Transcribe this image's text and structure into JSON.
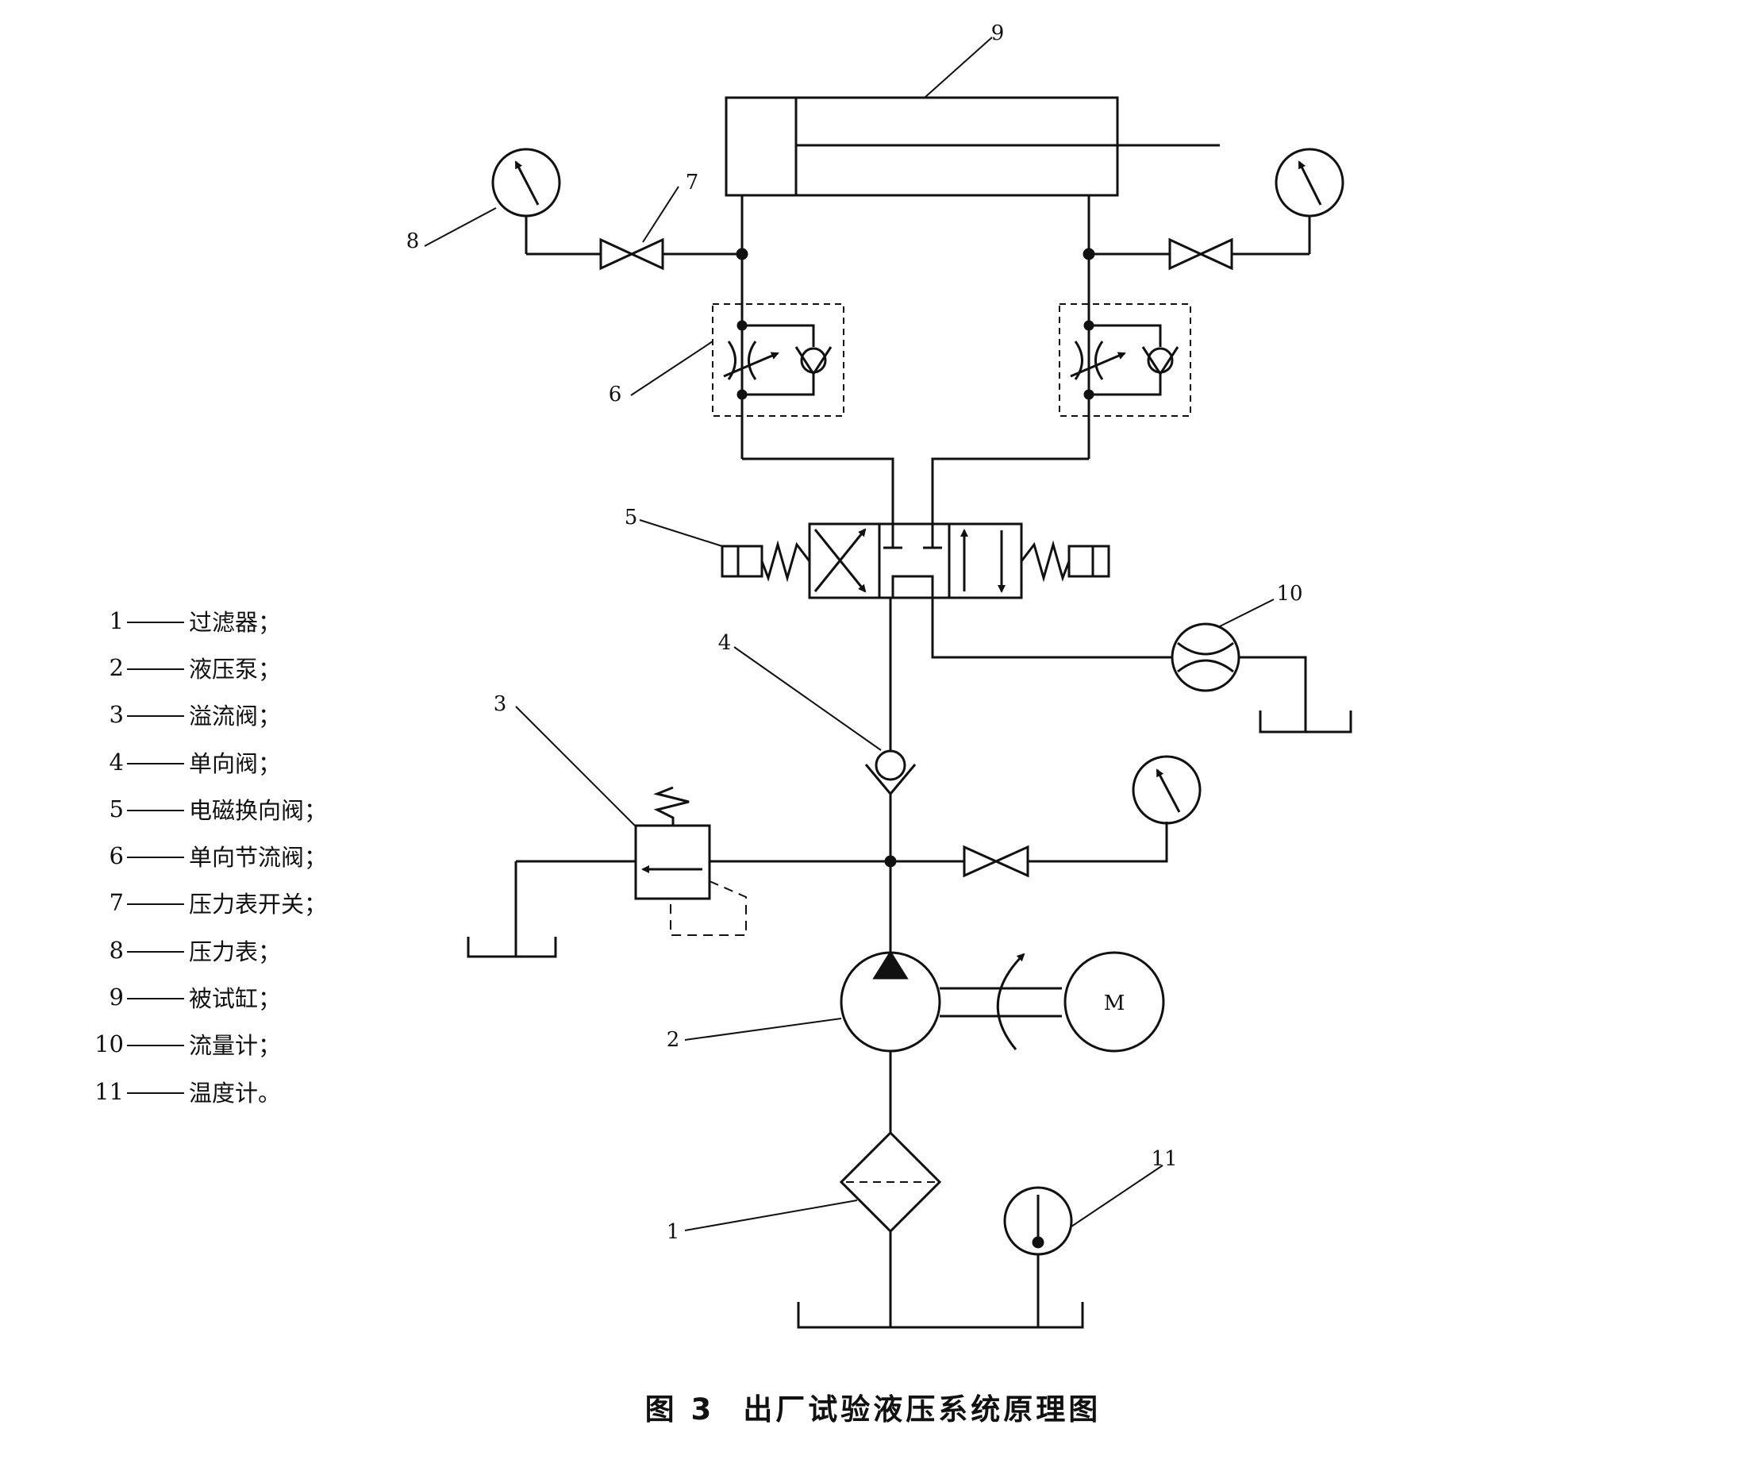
{
  "legend": [
    {
      "num": "1",
      "text": "过滤器；"
    },
    {
      "num": "2",
      "text": "液压泵；"
    },
    {
      "num": "3",
      "text": "溢流阀；"
    },
    {
      "num": "4",
      "text": "单向阀；"
    },
    {
      "num": "5",
      "text": "电磁换向阀；"
    },
    {
      "num": "6",
      "text": "单向节流阀；"
    },
    {
      "num": "7",
      "text": "压力表开关；"
    },
    {
      "num": "8",
      "text": "压力表；"
    },
    {
      "num": "9",
      "text": "被试缸；"
    },
    {
      "num": "10",
      "text": "流量计；"
    },
    {
      "num": "11",
      "text": "温度计。"
    }
  ],
  "callouts": {
    "c1": "1",
    "c2": "2",
    "c3": "3",
    "c4": "4",
    "c5": "5",
    "c6": "6",
    "c7": "7",
    "c8": "8",
    "c9": "9",
    "c10": "10",
    "c11": "11"
  },
  "motor_label": "M",
  "caption": {
    "figure": "图 3",
    "title": "出厂试验液压系统原理图"
  }
}
